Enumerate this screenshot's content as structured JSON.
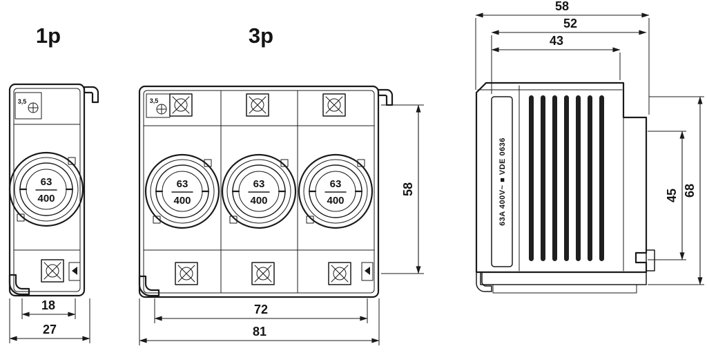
{
  "views": {
    "one_pole": {
      "label": "1p",
      "terminal_label": "3,5",
      "dims": {
        "inner_width": "18",
        "outer_width": "27"
      }
    },
    "three_pole": {
      "label": "3p",
      "terminal_label": "3,5",
      "dims": {
        "inner_width": "72",
        "outer_width": "81",
        "height": "58"
      }
    },
    "side": {
      "dims": {
        "depth_total": "58",
        "depth_upper": "52",
        "depth_front": "43",
        "height_rail": "45",
        "height_total": "68"
      },
      "marking": "63A 400V~ ■ VDE 0636"
    }
  },
  "fuse": {
    "current": "63",
    "voltage": "400"
  }
}
